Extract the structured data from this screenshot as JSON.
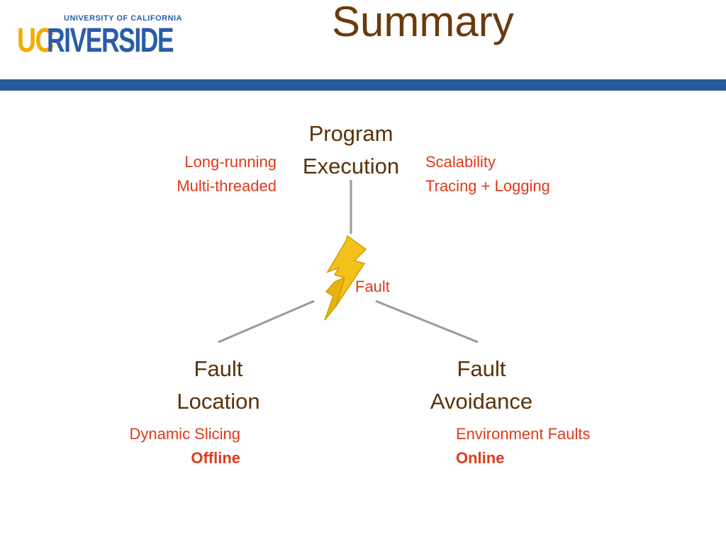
{
  "header": {
    "logo": {
      "university": "UNIVERSITY OF CALIFORNIA",
      "uc": "UC",
      "name": "RIVERSIDE"
    },
    "title": "Summary"
  },
  "diagram": {
    "top_node": {
      "line1": "Program",
      "line2": "Execution"
    },
    "left_node": {
      "line1": "Fault",
      "line2": "Location"
    },
    "right_node": {
      "line1": "Fault",
      "line2": "Avoidance"
    },
    "center_label": "Fault",
    "top_left_notes": [
      "Long-running",
      "Multi-threaded"
    ],
    "top_right_notes": [
      "Scalability",
      "Tracing + Logging"
    ],
    "bottom_left_notes": {
      "line1": "Dynamic Slicing",
      "line2": "Offline"
    },
    "bottom_right_notes": {
      "line1": "Environment Faults",
      "line2": "Online"
    }
  },
  "colors": {
    "title": "#6b3a0c",
    "node_text": "#5a3208",
    "note_text": "#e03a1a",
    "rule": "#275a9b",
    "connector": "#999999",
    "lightning": "#f2c21a"
  },
  "icons": {
    "fault": "lightning-bolt-icon"
  }
}
